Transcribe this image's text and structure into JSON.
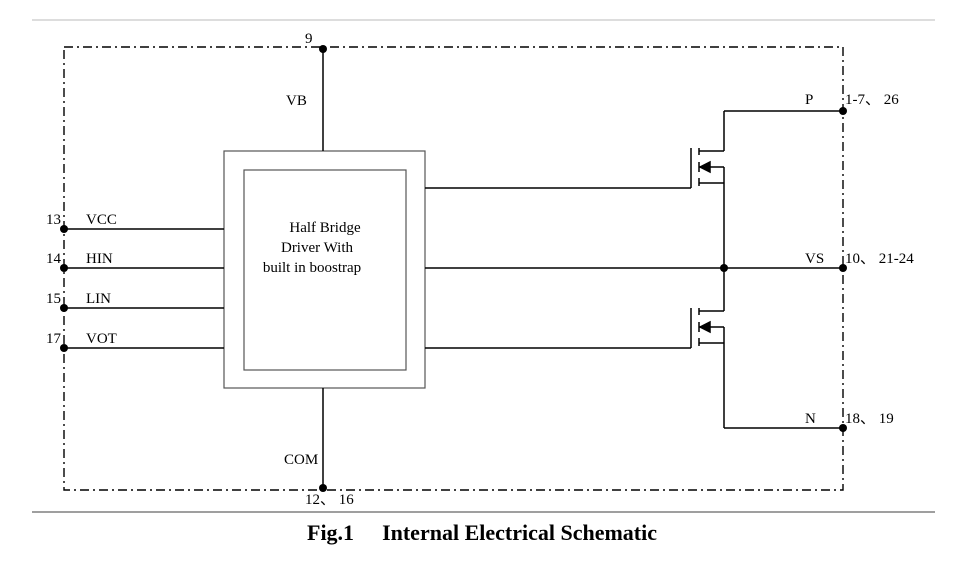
{
  "block": {
    "line1": "Half Bridge",
    "line2": "Driver With",
    "line3": "built in boostrap"
  },
  "signals": {
    "vb": "VB",
    "com": "COM",
    "vcc": "VCC",
    "hin": "HIN",
    "lin": "LIN",
    "vot": "VOT",
    "p": "P",
    "vs": "VS",
    "n": "N"
  },
  "pins": {
    "vb": "9",
    "com": "12、 16",
    "vcc": "13",
    "hin": "14",
    "lin": "15",
    "vot": "17",
    "p": "1-7、 26",
    "vs": "10、 21-24",
    "n": "18、 19"
  },
  "caption": {
    "fig": "Fig.1",
    "title": "Internal Electrical Schematic"
  }
}
